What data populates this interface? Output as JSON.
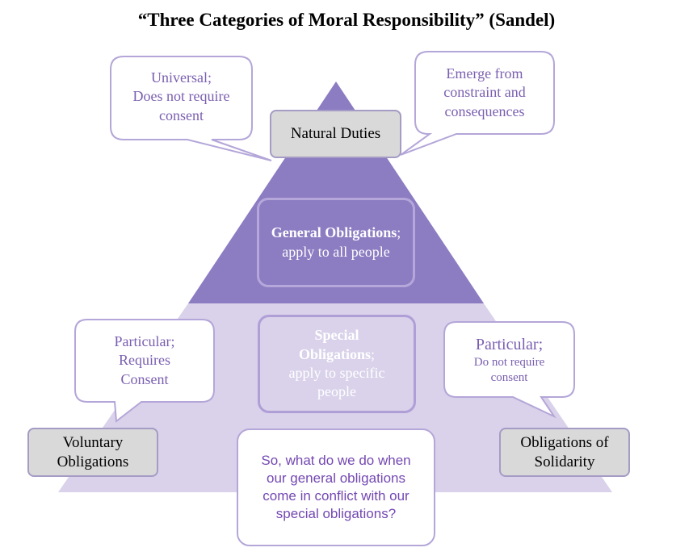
{
  "title": "“Three Categories of Moral Responsibility” (Sandel)",
  "colors": {
    "pyramid_top": "#8c7cc2",
    "pyramid_bottom": "#d9d2ea",
    "callout_border": "#b4a6d8",
    "callout_text": "#7a5fb0",
    "label_box_fill": "#d9d9d9"
  },
  "natural_duties": {
    "label": "Natural Duties",
    "callout_left": [
      "Universal;",
      "Does not require",
      "consent"
    ],
    "callout_right": [
      "Emerge from",
      "constraint and",
      "consequences"
    ]
  },
  "general_obligations": {
    "bold": "General Obligations",
    "suffix": ";",
    "description": "apply  to all people"
  },
  "special_obligations": {
    "bold": "Special Obligations",
    "suffix": ";",
    "description": "apply  to specific people"
  },
  "voluntary_obligations": {
    "label": "Voluntary Obligations",
    "callout": [
      "Particular;",
      "Requires",
      "Consent"
    ]
  },
  "obligations_of_solidarity": {
    "label": "Obligations of Solidarity",
    "callout_heading": "Particular;",
    "callout_lines": [
      "Do not require",
      "consent"
    ]
  },
  "question": "So, what do we do when our general obligations come in conflict with our special obligations?"
}
